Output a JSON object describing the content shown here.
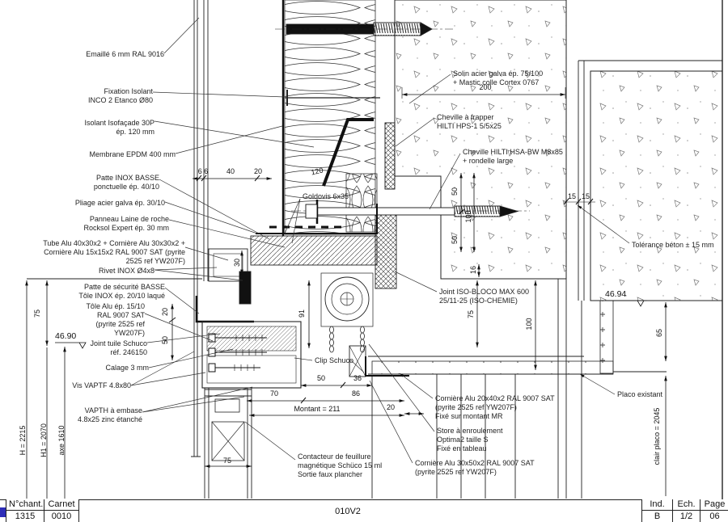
{
  "ann": {
    "left": [
      "Emaillé 6 mm RAL 9016",
      "Fixation Isolant\nINCO 2 Etanco Ø80",
      "Isolant Isofaçade 30P\nép. 120 mm",
      "Membrane EPDM 400 mm",
      "Patte INOX BASSE\nponctuelle ép. 40/10",
      "Pliage acier galva ép. 30/10",
      "Panneau Laine de roche\nRocksol Expert ép. 30 mm",
      "Tube Alu 40x30x2 + Cornière Alu 30x30x2 +\nCornière Alu 15x15x2  RAL 9007 SAT (pyrite\n2525 ref YW207F)",
      "Rivet INOX Ø4x8",
      "Patte de sécurité BASSE\nTôle INOX ép. 20/10 laqué",
      "Tôle Alu ép. 15/10\nRAL 9007 SAT\n(pyrite 2525 ref\nYW207F)",
      "Joint tuile Schuco\nréf. 246150",
      "Calage 3 mm",
      "Vis VAPTF 4.8x80",
      "VAPTH à embase\n4.8x25 zinc étanché",
      "Contacteur de feuillure\nmagnétique Schüco 15 ml\nSortie faux plancher"
    ],
    "right": [
      "Solin acier galva ép. 75/100\n+ Mastic colle Cortex 0767",
      "Cheville à frapper\nHILTI HPS-1 5/5x25",
      "Cheville HILTI HSA-BW M8x85\n+ rondelle large",
      "Goldovis 6x35",
      "Tolérance béton ± 15 mm",
      "Joint ISO-BLOCO MAX 600\n25/11-25 (ISO-CHEMIE)",
      "Clip Schuco",
      "Cornière Alu 20x40x2 RAL 9007 SAT\n(pyrite 2525 ref YW207F)\nFixé sur montant MR",
      "Store à enroulement\nOptima2 taille S\nFixé en tableau",
      "Cornière Alu 30x50x2 RAL 9007 SAT\n(pyrite 2525 ref YW207F)",
      "Placo existant"
    ]
  },
  "dims": {
    "h200": "200",
    "h120": "120",
    "h66": "6 6",
    "h40": "40",
    "h20": "20",
    "v50a": "50",
    "v100a": "100",
    "v50b": "50",
    "v16": "16",
    "v75r": "75",
    "v100b": "100",
    "v65": "65",
    "clair": "clair placo = 2045",
    "v91": "91",
    "v20l": "20",
    "v50l": "50",
    "v30": "30",
    "h15a": "15",
    "h15b": "15",
    "b50": "50",
    "b36": "36",
    "b70": "70",
    "b86": "86",
    "montant": "Montant = 211",
    "b20": "20",
    "b75": "75",
    "l75": "75",
    "H": "H = 2215",
    "H1": "H1 = 2070",
    "axe": "axe 1610",
    "lvl90": "46.90",
    "lvl94": "46.94"
  },
  "title_block": {
    "chant_label": "N°chant.",
    "chant_value": "1315",
    "carnet_label": "Carnet",
    "carnet_value": "0010",
    "drawing_number": "010V2",
    "ind_label": "Ind.",
    "ind_value": "B",
    "ech_label": "Ech.",
    "ech_value": "1/2",
    "page_label": "Page",
    "page_value": "06"
  }
}
